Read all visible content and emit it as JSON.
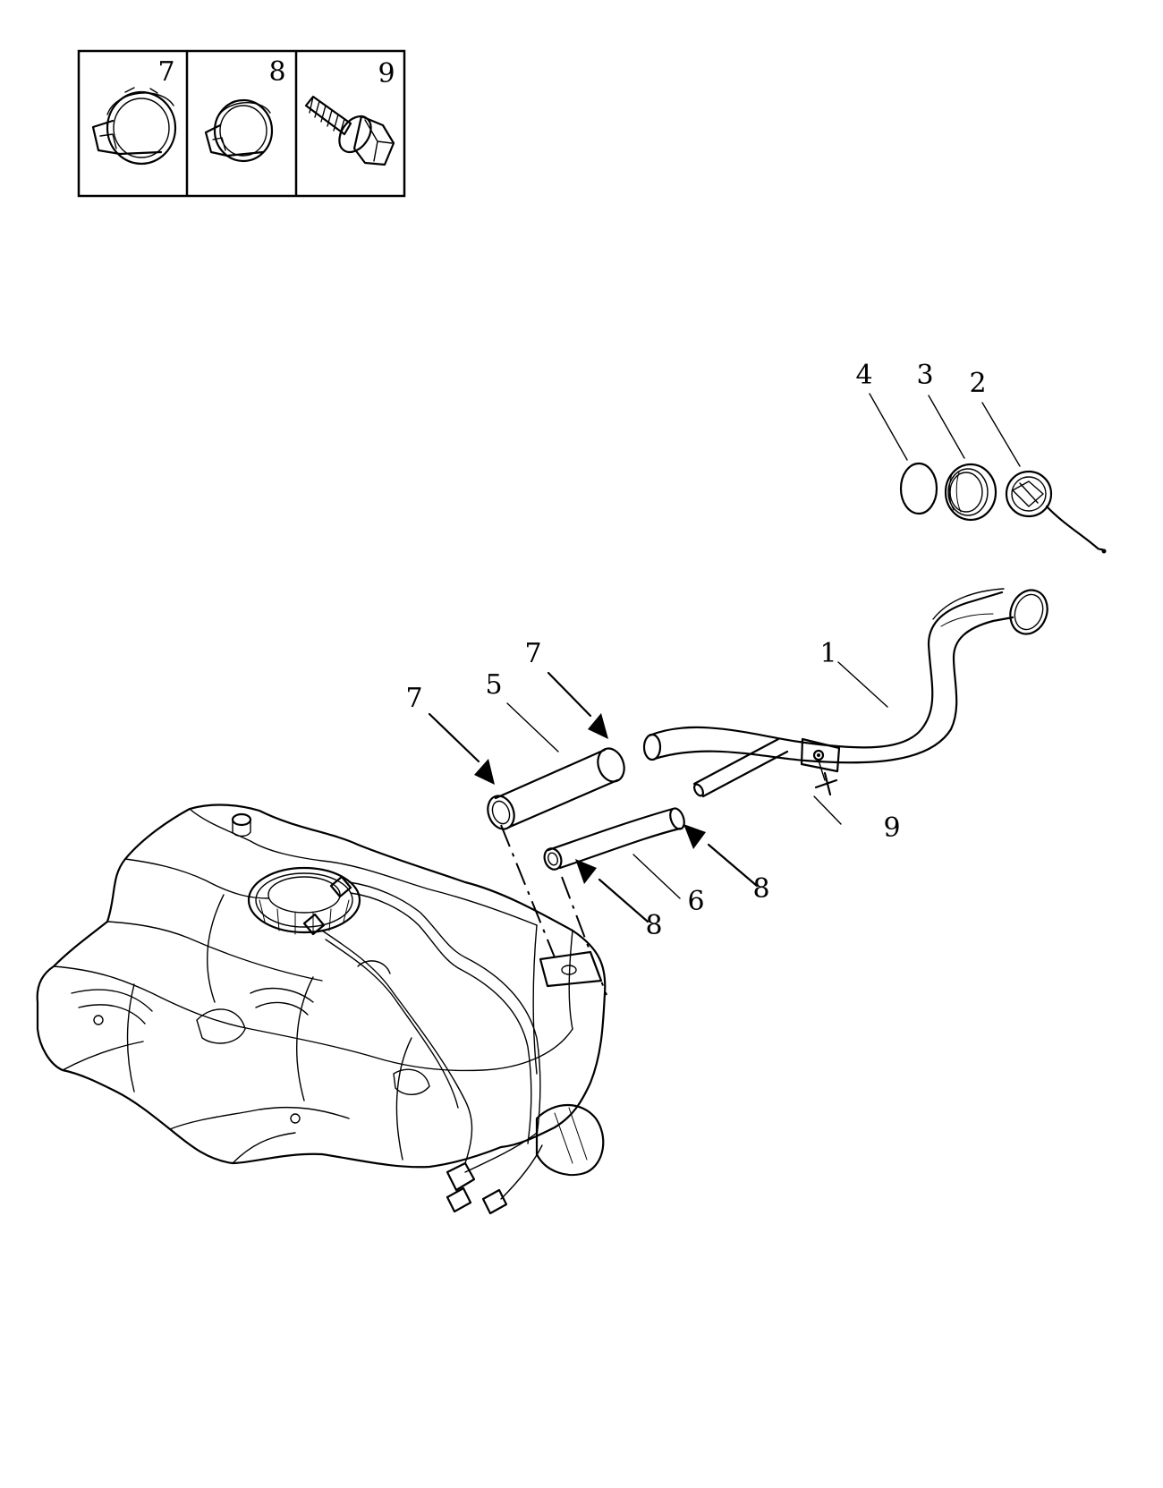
{
  "parts_box": {
    "cells": [
      {
        "number": "7",
        "icon": "hose-clamp-large-icon"
      },
      {
        "number": "8",
        "icon": "hose-clamp-small-icon"
      },
      {
        "number": "9",
        "icon": "flange-bolt-icon"
      }
    ]
  },
  "callouts": {
    "filler_neck": "1",
    "fuel_cap": "2",
    "cap_ring": "3",
    "o_ring": "4",
    "hose_large": "5",
    "hose_small": "6",
    "clamp_large_left": "7",
    "clamp_large_right": "7",
    "clamp_small_left": "8",
    "clamp_small_right": "8",
    "bolt": "9"
  }
}
